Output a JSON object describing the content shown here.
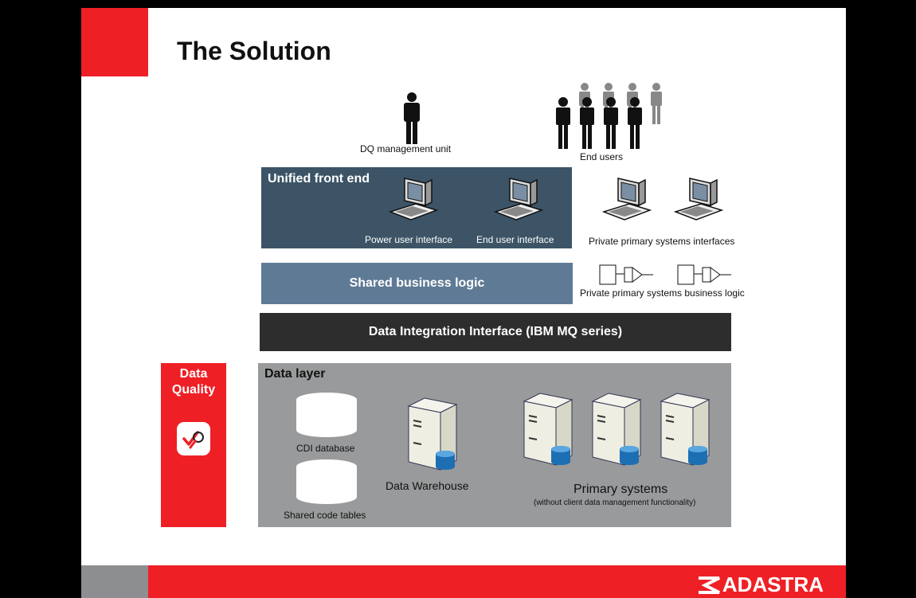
{
  "title": "The Solution",
  "users": {
    "dq_unit": "DQ management unit",
    "end_users": "End users"
  },
  "front_end": {
    "title": "Unified front end",
    "power_ui": "Power user interface",
    "end_ui": "End user interface",
    "private_interfaces": "Private primary systems interfaces"
  },
  "business_logic": {
    "title": "Shared business logic",
    "private_logic": "Private primary systems business logic"
  },
  "integration": {
    "title": "Data Integration Interface (IBM MQ series)"
  },
  "data_quality": {
    "title_line1": "Data",
    "title_line2": "Quality"
  },
  "data_layer": {
    "title": "Data layer",
    "cdi_db": "CDI database",
    "shared_tables": "Shared code tables",
    "warehouse": "Data Warehouse",
    "primary_systems": "Primary systems",
    "primary_note": "(without client data management functionality)"
  },
  "footer": {
    "logo_text": "ADASTRA"
  },
  "colors": {
    "accent_red": "#ee2026",
    "front_end_bg": "#3c5466",
    "business_logic_bg": "#5f7a95",
    "integration_bg": "#2d2d2d",
    "data_layer_bg": "#999a9b"
  }
}
